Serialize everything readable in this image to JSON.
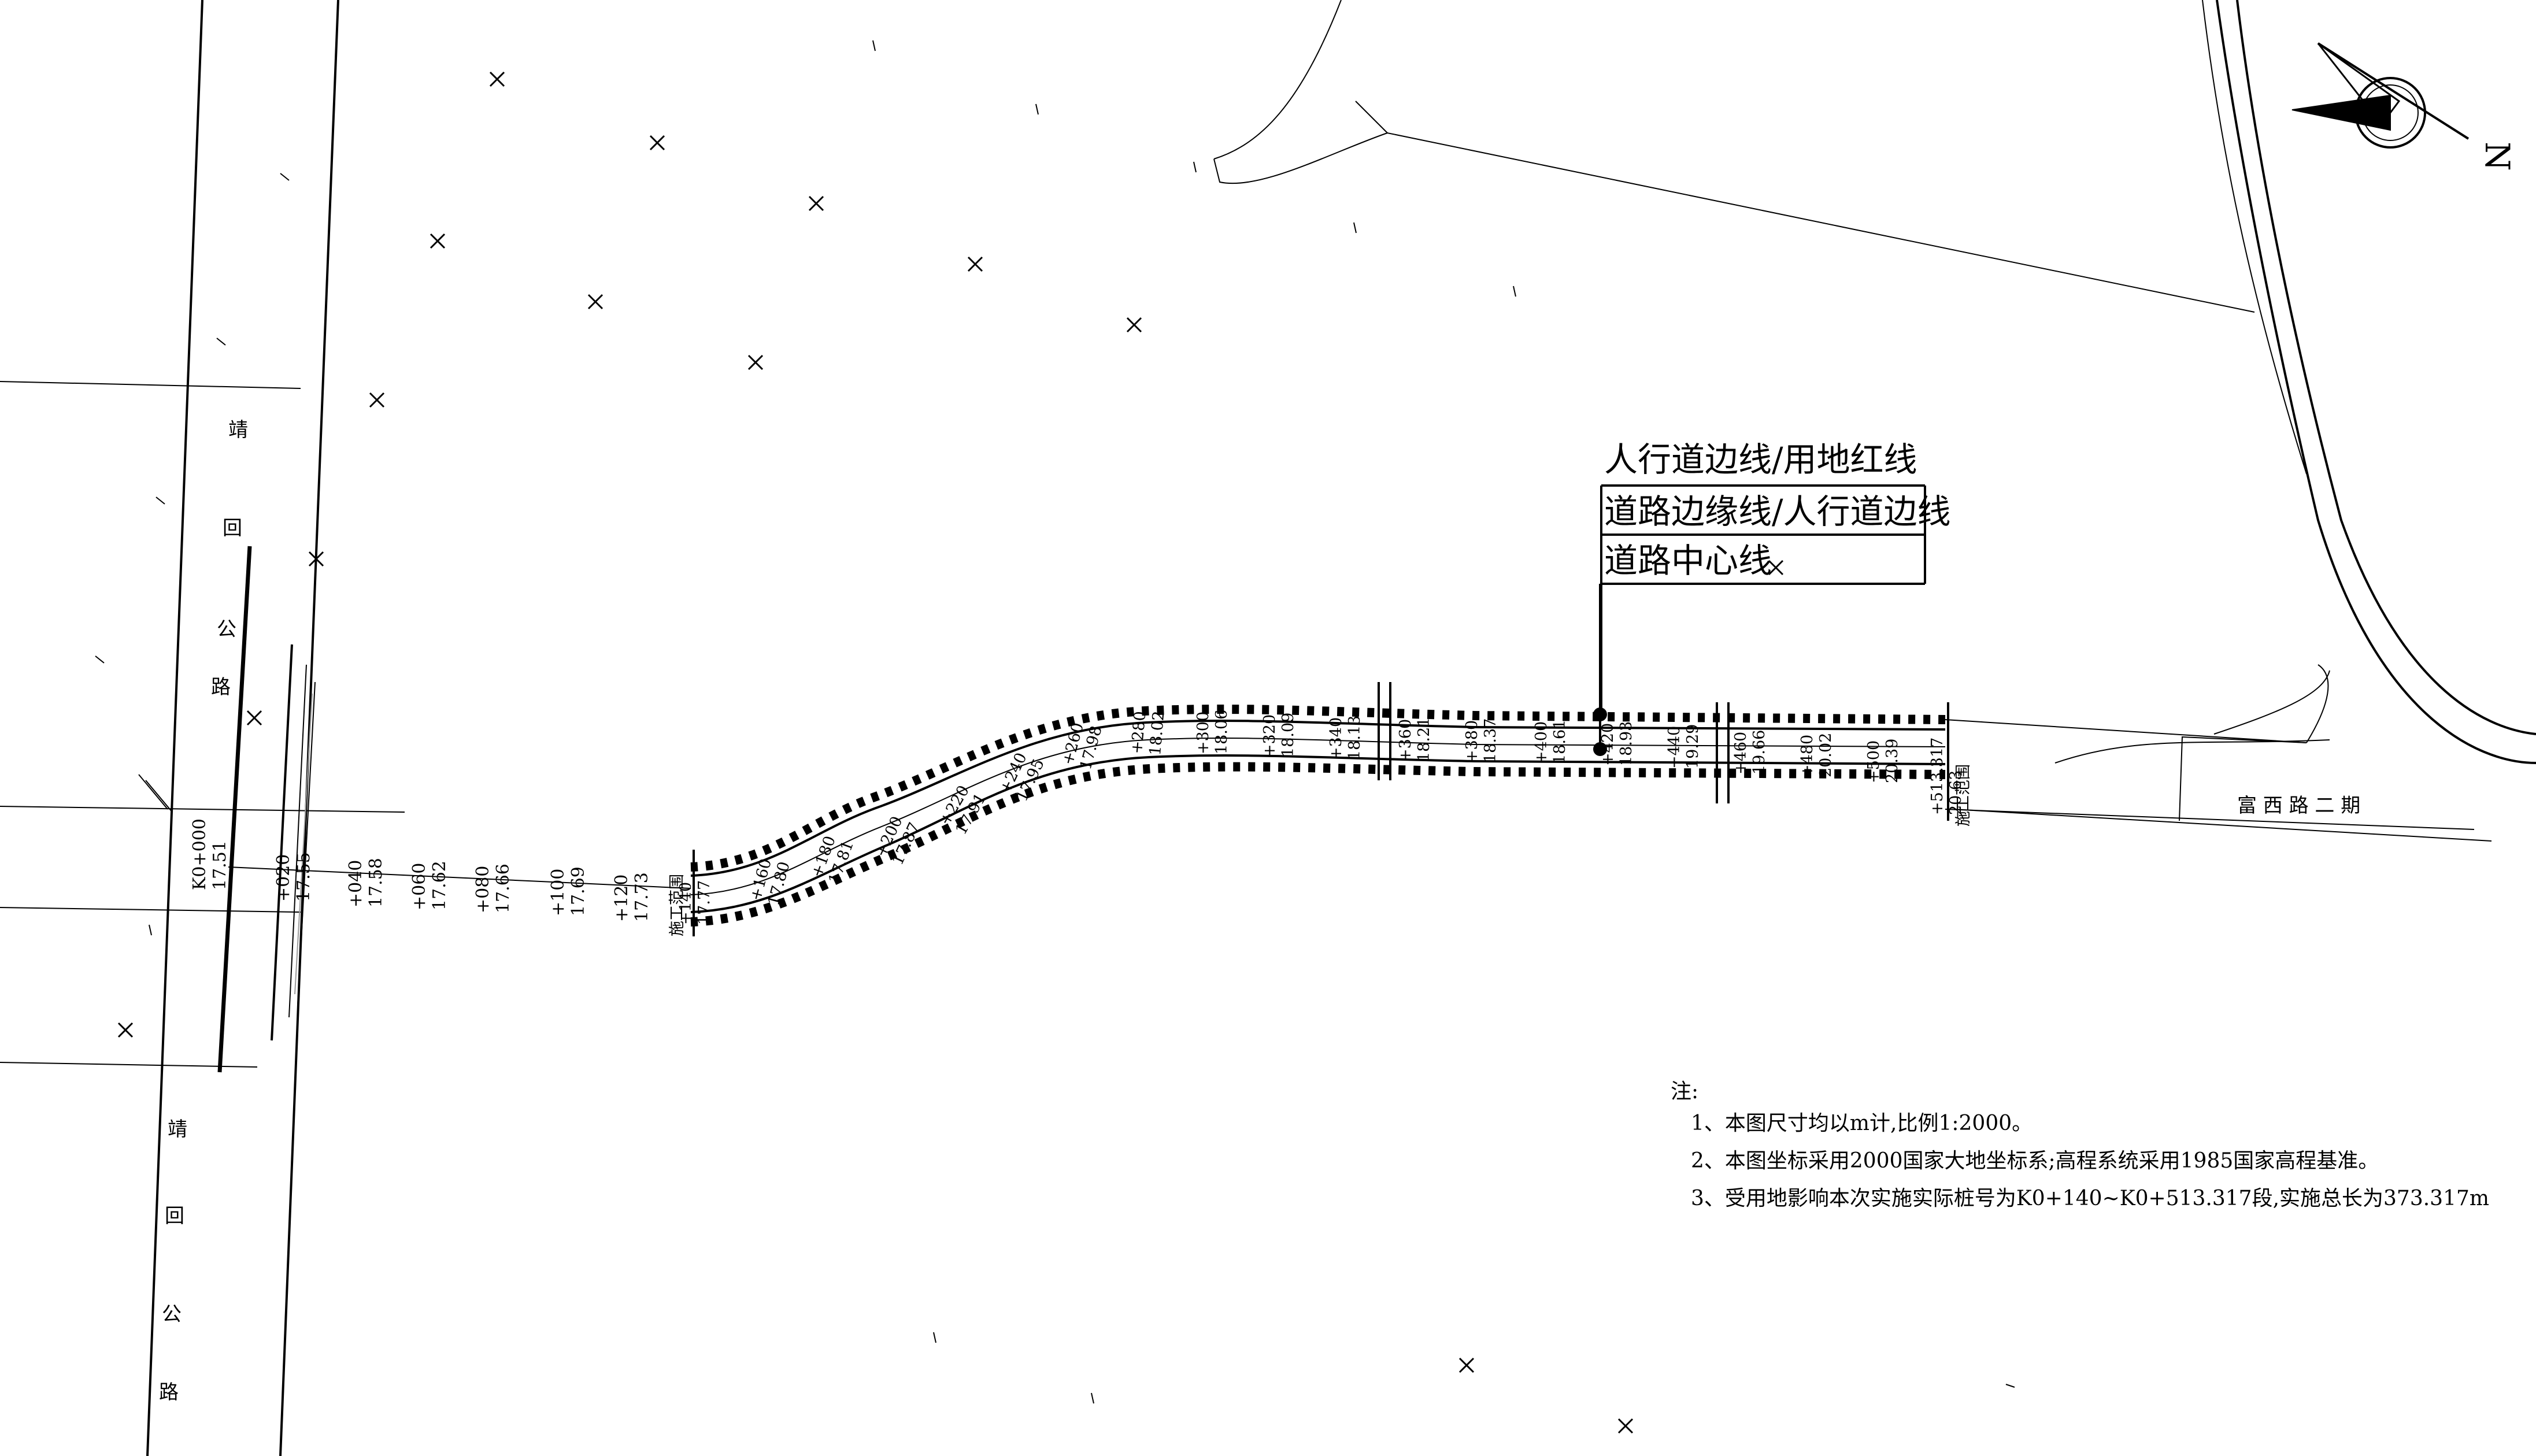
{
  "legend": {
    "line1": "人行道边线/用地红线",
    "line2": "道路边缘线/人行道边线",
    "line3": "道路中心线"
  },
  "notes": {
    "title": "注:",
    "items": [
      "1、本图尺寸均以m计,比例1:2000。",
      "2、本图坐标采用2000国家大地坐标系;高程系统采用1985国家高程基准。",
      "3、受用地影响本次实施实际桩号为K0+140~K0+513.317段,实施总长为373.317m"
    ]
  },
  "roads": {
    "left_top_chars": [
      "靖",
      "回",
      "公",
      "路"
    ],
    "left_bottom_chars": [
      "靖",
      "回",
      "公",
      "路"
    ],
    "east_road": "富 西 路 二 期"
  },
  "marks": {
    "start_label": "施工范围",
    "end_label": "施工范围",
    "north": "N"
  },
  "stations": [
    {
      "id": "k0",
      "station": "K0+000",
      "elev": "17.51"
    },
    {
      "id": "s20",
      "station": "+020",
      "elev": "17.55"
    },
    {
      "id": "s40",
      "station": "+040",
      "elev": "17.58"
    },
    {
      "id": "s60",
      "station": "+060",
      "elev": "17.62"
    },
    {
      "id": "s80",
      "station": "+080",
      "elev": "17.66"
    },
    {
      "id": "s100",
      "station": "+100",
      "elev": "17.69"
    },
    {
      "id": "s120",
      "station": "+120",
      "elev": "17.73"
    },
    {
      "id": "s140",
      "station": "+140",
      "elev": "17.77"
    },
    {
      "id": "s160",
      "station": "+160",
      "elev": "17.80"
    },
    {
      "id": "s180",
      "station": "+180",
      "elev": "17.81"
    },
    {
      "id": "s200",
      "station": "+200",
      "elev": "17.87"
    },
    {
      "id": "s220",
      "station": "+220",
      "elev": "17.91"
    },
    {
      "id": "s240",
      "station": "+240",
      "elev": "17.95"
    },
    {
      "id": "s260",
      "station": "+260",
      "elev": "17.98"
    },
    {
      "id": "s280",
      "station": "+280",
      "elev": "18.02"
    },
    {
      "id": "s300",
      "station": "+300",
      "elev": "18.06"
    },
    {
      "id": "s320",
      "station": "+320",
      "elev": "18.09"
    },
    {
      "id": "s340",
      "station": "+340",
      "elev": "18.13"
    },
    {
      "id": "s360",
      "station": "+360",
      "elev": "18.21"
    },
    {
      "id": "s380",
      "station": "+380",
      "elev": "18.37"
    },
    {
      "id": "s400",
      "station": "+400",
      "elev": "18.61"
    },
    {
      "id": "s420",
      "station": "+420",
      "elev": "18.93"
    },
    {
      "id": "s440",
      "station": "+440",
      "elev": "19.29"
    },
    {
      "id": "s460",
      "station": "+460",
      "elev": "19.66"
    },
    {
      "id": "s480",
      "station": "+480",
      "elev": "20.02"
    },
    {
      "id": "s500",
      "station": "+500",
      "elev": "20.39"
    },
    {
      "id": "s513",
      "station": "+513.317",
      "elev": "20.63"
    }
  ]
}
